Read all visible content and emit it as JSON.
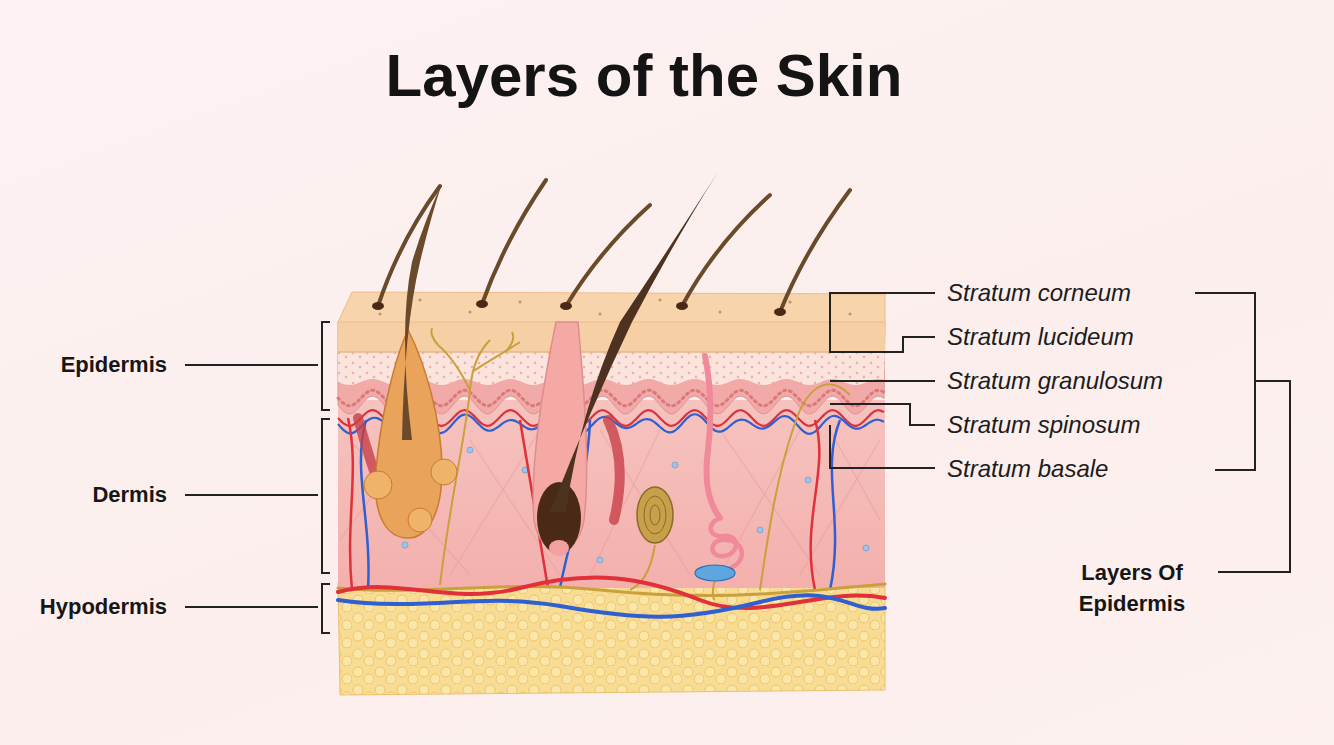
{
  "diagram": {
    "title": "Layers of the Skin",
    "labels": [
      "Epidermis",
      "Dermis",
      "Hypodermis",
      "Stratum corneum",
      "Stratum lucideum",
      "Stratum granulosum",
      "Stratum spinosum",
      "Stratum basale",
      "Layers Of Epidermis"
    ]
  }
}
